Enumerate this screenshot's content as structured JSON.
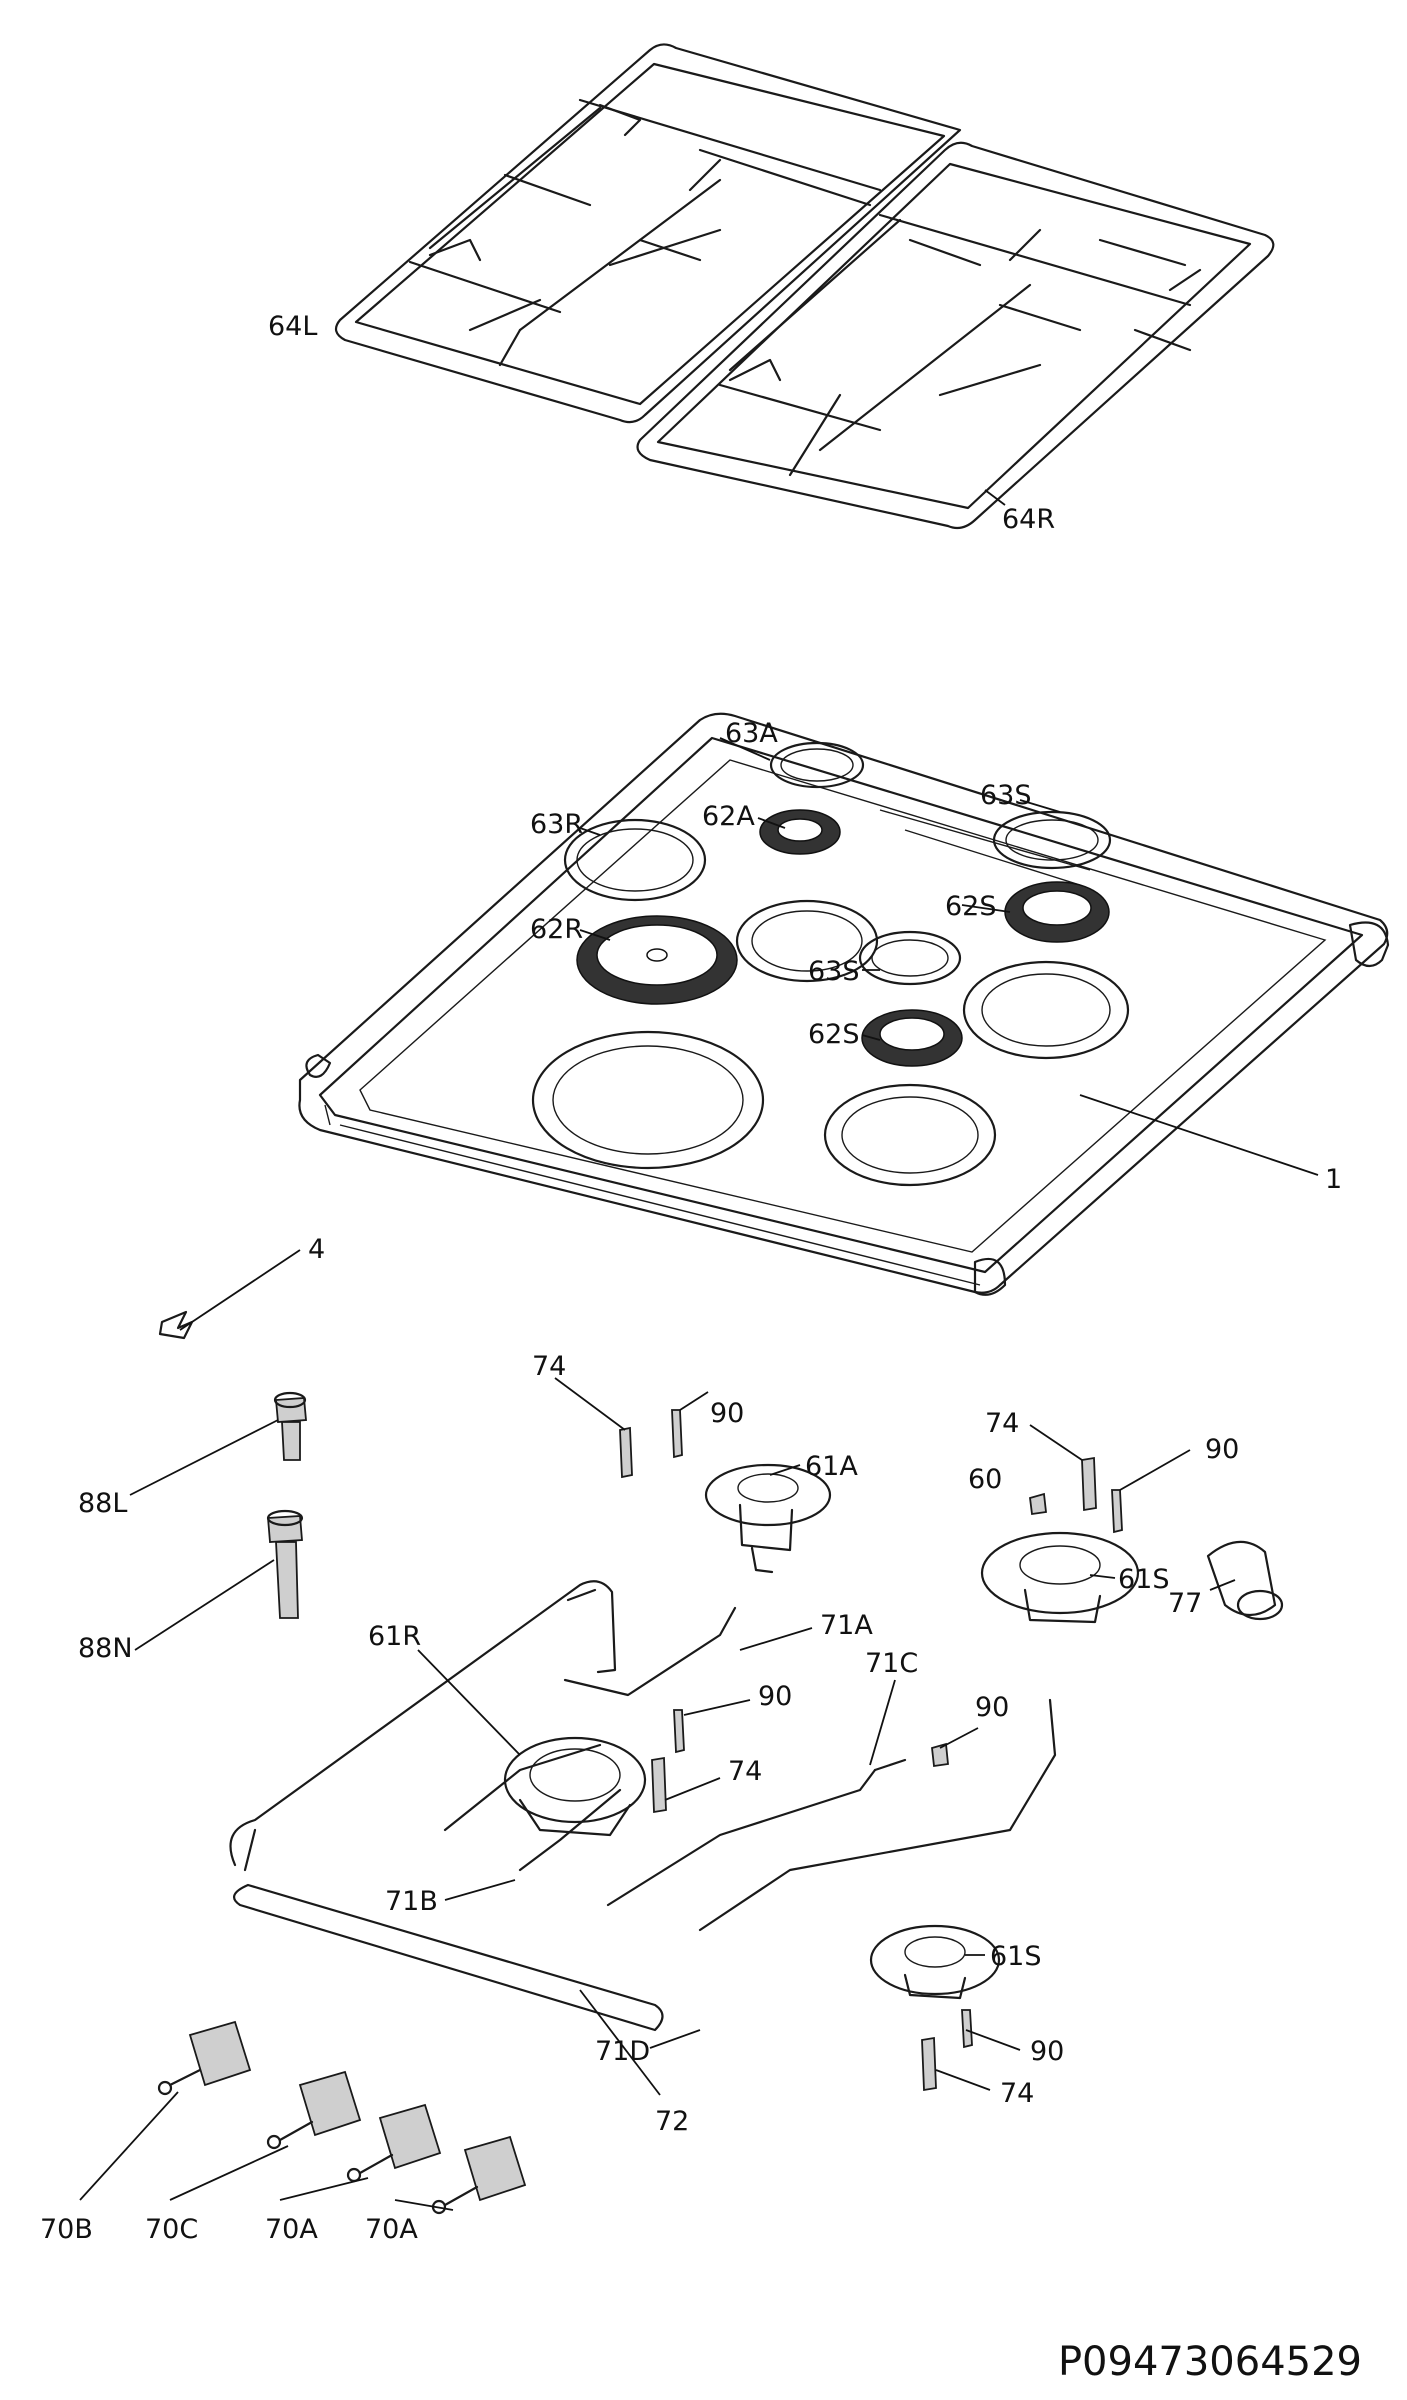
{
  "labels": {
    "l64L": "64L",
    "l64R": "64R",
    "l63A": "63A",
    "l63S_top": "63S",
    "l63R": "63R",
    "l62A": "62A",
    "l62S_top": "62S",
    "l62R": "62R",
    "l63S_mid": "63S",
    "l62S_mid": "62S",
    "l1": "1",
    "l4": "4",
    "l74_a": "74",
    "l90_a": "90",
    "l61A": "61A",
    "l74_b": "74",
    "l90_b": "90",
    "l60": "60",
    "l61S_top": "61S",
    "l77": "77",
    "l88L": "88L",
    "l88N": "88N",
    "l61R": "61R",
    "l71A": "71A",
    "l90_c": "90",
    "l71C": "71C",
    "l90_d": "90",
    "l74_c": "74",
    "l71B": "71B",
    "l61S_bot": "61S",
    "l71D": "71D",
    "l90_e": "90",
    "l74_d": "74",
    "l72": "72",
    "l70B": "70B",
    "l70C": "70C",
    "l70A_1": "70A",
    "l70A_2": "70A"
  },
  "footer": {
    "code": "P09473064529"
  }
}
